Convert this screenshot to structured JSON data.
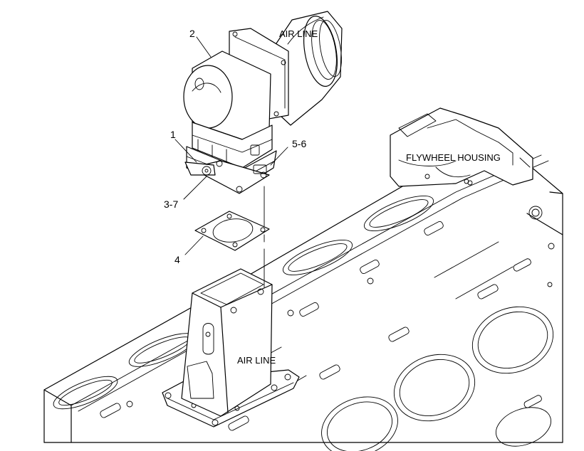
{
  "labels": {
    "air_line_top": "AIR LINE",
    "flywheel_housing": "FLYWHEEL HOUSING",
    "air_line_bottom": "AIR LINE"
  },
  "callouts": {
    "c1": "1",
    "c2": "2",
    "c3_7": "3-7",
    "c4": "4",
    "c5_6": "5-6"
  }
}
